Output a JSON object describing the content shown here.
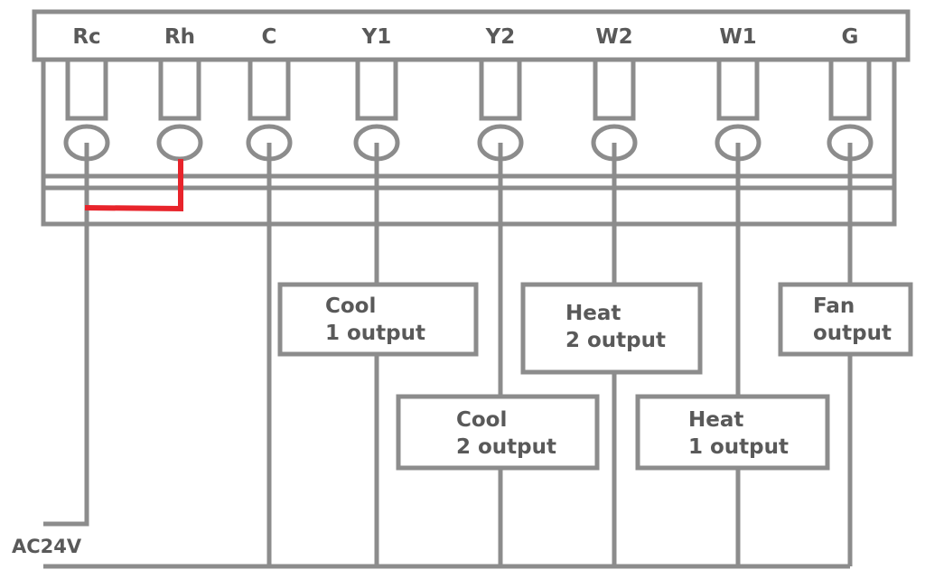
{
  "terminals": [
    "Rc",
    "Rh",
    "C",
    "Y1",
    "Y2",
    "W2",
    "W1",
    "G"
  ],
  "outputs": {
    "cool1": [
      "Cool",
      "1 output"
    ],
    "heat2": [
      "Heat",
      "2 output"
    ],
    "fan": [
      "Fan",
      "output"
    ],
    "cool2": [
      "Cool",
      "2 output"
    ],
    "heat1": [
      "Heat",
      "1 output"
    ]
  },
  "supply_label": "AC24V",
  "colors": {
    "wire": "#8c8c8c",
    "jumper": "#e8242b",
    "text": "#595959"
  }
}
